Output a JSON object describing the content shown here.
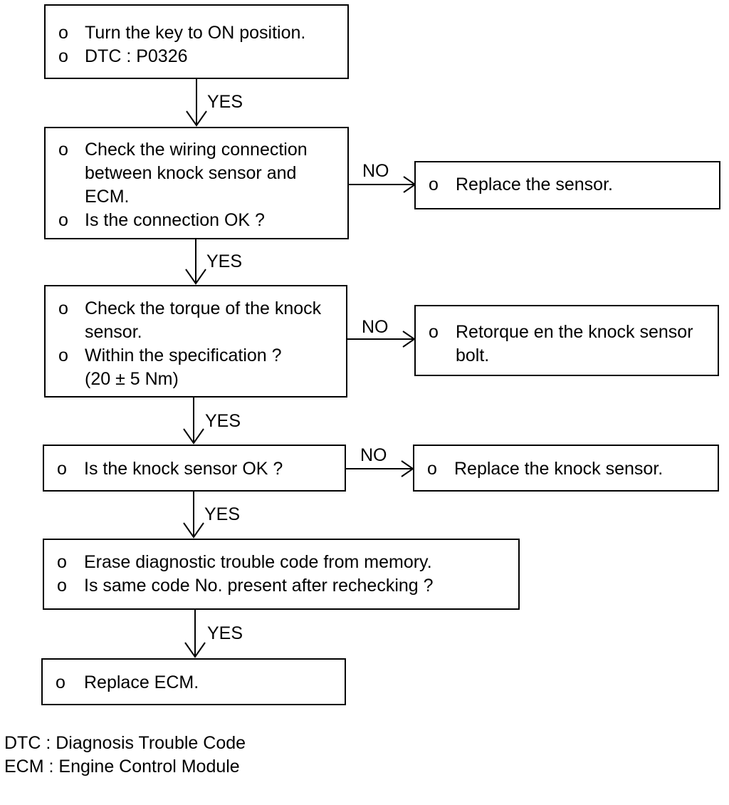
{
  "bullet": "o",
  "yes": "YES",
  "no": "NO",
  "steps": [
    {
      "lines": [
        "Turn the key to ON position.",
        "DTC : P0326"
      ]
    },
    {
      "lines": [
        "Check the wiring connection",
        "between knock sensor and",
        "ECM.",
        "Is the connection OK ?"
      ]
    },
    {
      "lines": [
        "Check the torque of the knock",
        "sensor.",
        "Within the specification ?",
        "(20 ± 5 Nm)"
      ]
    },
    {
      "lines": [
        "Is the knock sensor OK ?"
      ]
    },
    {
      "lines": [
        "Erase diagnostic trouble code from memory.",
        "Is same code No. present after rechecking ?"
      ]
    },
    {
      "lines": [
        "Replace ECM."
      ]
    }
  ],
  "actions": [
    {
      "lines": [
        "Replace the sensor."
      ]
    },
    {
      "lines": [
        "Retorque en the knock sensor",
        "bolt."
      ]
    },
    {
      "lines": [
        "Replace the knock sensor."
      ]
    }
  ],
  "legend": [
    "DTC : Diagnosis Trouble Code",
    "ECM : Engine Control Module"
  ]
}
